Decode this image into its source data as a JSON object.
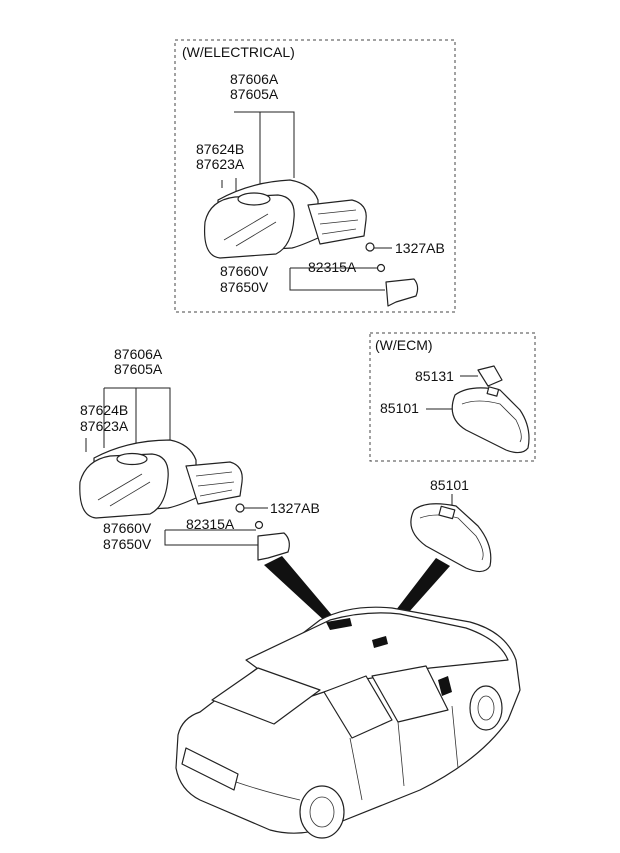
{
  "diagram": {
    "boxes": {
      "electrical": "(W/ELECTRICAL)",
      "ecm": "(W/ECM)"
    },
    "electrical_group": {
      "cover_a": "87606A",
      "cover_b": "87605A",
      "glass_a": "87624B",
      "glass_b": "87623A",
      "screw": "1327AB",
      "bracket_a": "87660V",
      "bracket_b": "87650V",
      "nut": "82315A"
    },
    "manual_group": {
      "cover_a": "87606A",
      "cover_b": "87605A",
      "glass_a": "87624B",
      "glass_b": "87623A",
      "screw": "1327AB",
      "bracket_a": "87660V",
      "bracket_b": "87650V",
      "nut": "82315A"
    },
    "ecm_group": {
      "cover": "85131",
      "mirror": "85101"
    },
    "inside_mirror": {
      "mirror": "85101"
    },
    "colors": {
      "line": "#222222",
      "fill": "#ffffff",
      "pointer": "#111111"
    }
  }
}
